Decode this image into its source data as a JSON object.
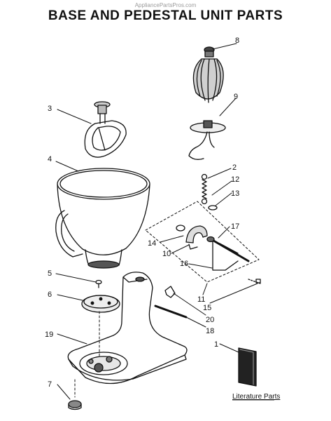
{
  "header": {
    "watermark": "AppliancePartsPros.com",
    "title": "BASE AND PEDESTAL UNIT PARTS"
  },
  "callouts": [
    {
      "id": "1",
      "part": "literature-parts"
    },
    {
      "id": "2",
      "part": "spring"
    },
    {
      "id": "3",
      "part": "flat-beater"
    },
    {
      "id": "4",
      "part": "bowl"
    },
    {
      "id": "5",
      "part": "screw"
    },
    {
      "id": "6",
      "part": "clamp-plate"
    },
    {
      "id": "7",
      "part": "foot"
    },
    {
      "id": "8",
      "part": "wire-whip"
    },
    {
      "id": "9",
      "part": "dough-hook"
    },
    {
      "id": "10",
      "part": "bracket"
    },
    {
      "id": "11",
      "part": "bowl-support-assembly"
    },
    {
      "id": "12",
      "part": "ring"
    },
    {
      "id": "13",
      "part": "washer"
    },
    {
      "id": "14",
      "part": "washer-left"
    },
    {
      "id": "15",
      "part": "pin"
    },
    {
      "id": "16",
      "part": "lever"
    },
    {
      "id": "17",
      "part": "rod"
    },
    {
      "id": "18",
      "part": "pivot-pin"
    },
    {
      "id": "19",
      "part": "pedestal-base"
    },
    {
      "id": "20",
      "part": "clip"
    }
  ],
  "literature": {
    "label": "Literature Parts"
  }
}
